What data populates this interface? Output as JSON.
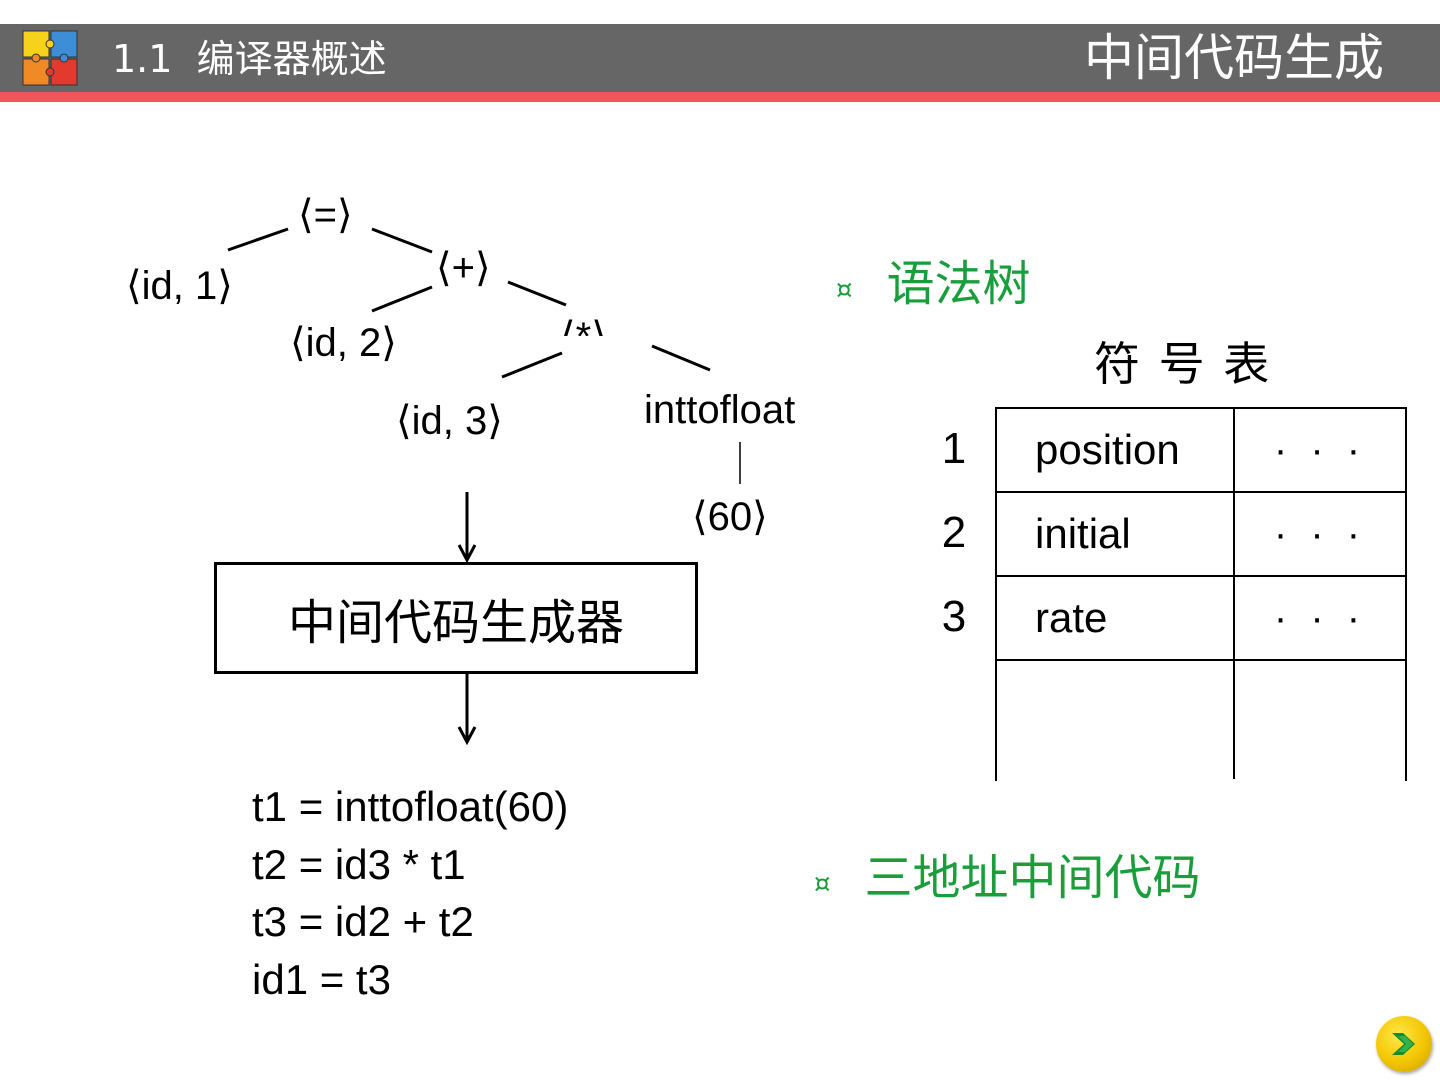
{
  "header": {
    "section_title": "1.1  编译器概述",
    "page_heading": "中间代码生成",
    "logo_icon": "puzzle-logo-icon",
    "bar_color": "#666666",
    "rule_color": "#f0555c"
  },
  "tree": {
    "root": "⟨=⟩",
    "left_leaf": "⟨id, 1⟩",
    "plus": "⟨+⟩",
    "id2": "⟨id, 2⟩",
    "mult": "⟨*⟩",
    "id3": "⟨id, 3⟩",
    "inttofloat": "inttofloat",
    "num60": "⟨60⟩"
  },
  "generator": {
    "label": "中间代码生成器"
  },
  "code": {
    "lines": [
      "t1 = inttofloat(60)",
      "t2 = id3 * t1",
      "t3 = id2 + t2",
      "id1 = t3"
    ]
  },
  "annotations": {
    "syntax_tree": "语法树",
    "three_address_code": "三地址中间代码",
    "bullet": "¤",
    "color": "#1a9e3c"
  },
  "symbol_table": {
    "title": "符 号 表",
    "rows": [
      {
        "index": "1",
        "name": "position",
        "more": "· · ·"
      },
      {
        "index": "2",
        "name": "initial",
        "more": "· · ·"
      },
      {
        "index": "3",
        "name": "rate",
        "more": "· · ·"
      },
      {
        "index": "",
        "name": "",
        "more": ""
      }
    ]
  },
  "navigation": {
    "next_icon": "next-arrow-icon"
  }
}
